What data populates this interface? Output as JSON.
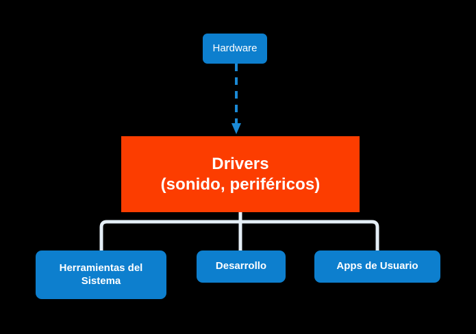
{
  "diagram": {
    "title": "Hardware to Drivers to Software layers diagram",
    "background_color": "#000000",
    "colors": {
      "node_blue": "#0d7fce",
      "node_red": "#fc3d00",
      "connector": "#e4eef6",
      "arrow_blue": "#1b8ad6",
      "text": "#ffffff"
    },
    "nodes": {
      "hardware": {
        "label": "Hardware",
        "fill": "#0d7fce",
        "shape": "rounded-rect"
      },
      "drivers": {
        "label_line1": "Drivers",
        "label_line2": "(sonido, periféricos)",
        "fill": "#fc3d00",
        "shape": "rect"
      },
      "children": [
        {
          "id": "herramientas-del-sistema",
          "label": "Herramientas del Sistema",
          "fill": "#0d7fce",
          "shape": "rounded-rect"
        },
        {
          "id": "desarrollo",
          "label": "Desarrollo",
          "fill": "#0d7fce",
          "shape": "rounded-rect"
        },
        {
          "id": "apps-de-usuario",
          "label": "Apps de Usuario",
          "fill": "#0d7fce",
          "shape": "rounded-rect"
        }
      ]
    },
    "connectors": {
      "hardware_to_drivers": {
        "style": "dashed",
        "color": "#1b8ad6",
        "arrowhead": "down"
      },
      "drivers_to_children": {
        "style": "solid",
        "color": "#e4eef6",
        "type": "orthogonal-tree"
      }
    }
  }
}
